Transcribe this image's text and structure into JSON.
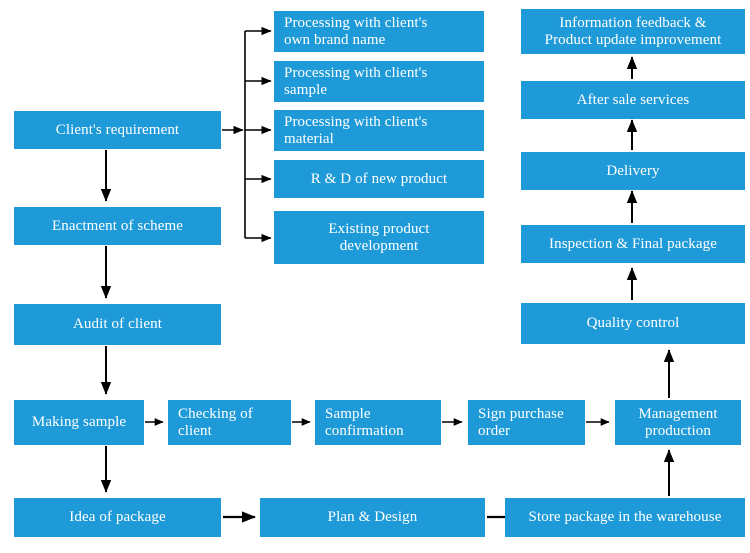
{
  "diagram": {
    "title": "Production workflow flowchart",
    "colors": {
      "node_fill": "#1f9ad8",
      "node_text": "#ffffff",
      "arrow": "#000000",
      "background": "#ffffff"
    },
    "nodes": {
      "clients_requirement": "Client's requirement",
      "enactment_of_scheme": "Enactment of scheme",
      "audit_of_client": "Audit of client",
      "processing_own_brand": "Processing with client's\nown brand name",
      "processing_sample": "Processing with client's\nsample",
      "processing_material": "Processing with client's\nmaterial",
      "rd_new_product": "R & D of new product",
      "existing_product_development": "Existing product\ndevelopment",
      "information_feedback": "Information feedback &\nProduct update improvement",
      "after_sale_services": "After sale services",
      "delivery": "Delivery",
      "inspection_final_package": "Inspection & Final package",
      "quality_control": "Quality control",
      "making_sample": "Making sample",
      "checking_of_client": "Checking of\nclient",
      "sample_confirmation": "Sample\nconfirmation",
      "sign_purchase_order": "Sign purchase\norder",
      "management_production": "Management\nproduction",
      "idea_of_package": "Idea of package",
      "plan_and_design": "Plan & Design",
      "store_package_warehouse": "Store package in the warehouse"
    },
    "edges": [
      {
        "from": "clients_requirement",
        "to": "branch-fan",
        "label": ""
      },
      {
        "from": "branch-fan",
        "to": "processing_own_brand",
        "label": ""
      },
      {
        "from": "branch-fan",
        "to": "processing_sample",
        "label": ""
      },
      {
        "from": "branch-fan",
        "to": "processing_material",
        "label": ""
      },
      {
        "from": "branch-fan",
        "to": "rd_new_product",
        "label": ""
      },
      {
        "from": "branch-fan",
        "to": "existing_product_development",
        "label": ""
      },
      {
        "from": "clients_requirement",
        "to": "enactment_of_scheme",
        "label": ""
      },
      {
        "from": "enactment_of_scheme",
        "to": "audit_of_client",
        "label": ""
      },
      {
        "from": "audit_of_client",
        "to": "making_sample",
        "label": ""
      },
      {
        "from": "making_sample",
        "to": "checking_of_client",
        "label": ""
      },
      {
        "from": "checking_of_client",
        "to": "sample_confirmation",
        "label": ""
      },
      {
        "from": "sample_confirmation",
        "to": "sign_purchase_order",
        "label": ""
      },
      {
        "from": "sign_purchase_order",
        "to": "management_production",
        "label": ""
      },
      {
        "from": "making_sample",
        "to": "idea_of_package",
        "label": ""
      },
      {
        "from": "idea_of_package",
        "to": "plan_and_design",
        "label": ""
      },
      {
        "from": "plan_and_design",
        "to": "store_package_warehouse",
        "label": ""
      },
      {
        "from": "store_package_warehouse",
        "to": "management_production",
        "label": ""
      },
      {
        "from": "management_production",
        "to": "quality_control",
        "label": ""
      },
      {
        "from": "quality_control",
        "to": "inspection_final_package",
        "label": ""
      },
      {
        "from": "inspection_final_package",
        "to": "delivery",
        "label": ""
      },
      {
        "from": "delivery",
        "to": "after_sale_services",
        "label": ""
      },
      {
        "from": "after_sale_services",
        "to": "information_feedback",
        "label": ""
      }
    ]
  }
}
